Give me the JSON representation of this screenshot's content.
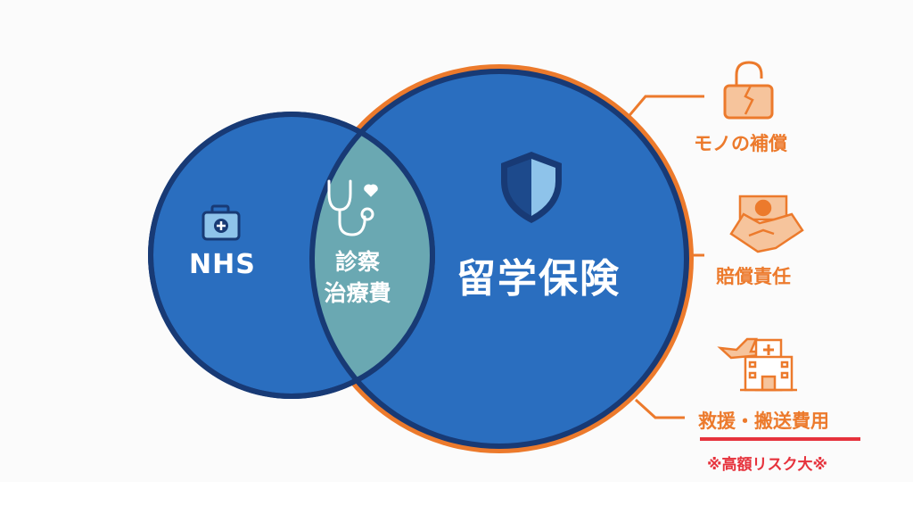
{
  "diagram": {
    "type": "venn",
    "colors": {
      "circle_fill": "#2a6ebf",
      "circle_border": "#183a75",
      "overlap_fill": "#6aa8b2",
      "accent_orange": "#ec7a2c",
      "warning_red": "#e6323c",
      "background": "#fbfbfb"
    },
    "left_circle": {
      "label": "NHS",
      "icon": "medical-kit-icon"
    },
    "overlap": {
      "line1": "診察",
      "line2": "治療費",
      "icon": "stethoscope-heart-icon"
    },
    "right_circle": {
      "label": "留学保険",
      "icon": "shield-icon"
    },
    "callouts": [
      {
        "label": "モノの補償",
        "icon": "broken-padlock-icon"
      },
      {
        "label": "賠償責任",
        "icon": "money-handshake-icon"
      },
      {
        "label": "救援・搬送費用",
        "icon": "airplane-hospital-icon",
        "note": "※高額リスク大※"
      }
    ]
  }
}
